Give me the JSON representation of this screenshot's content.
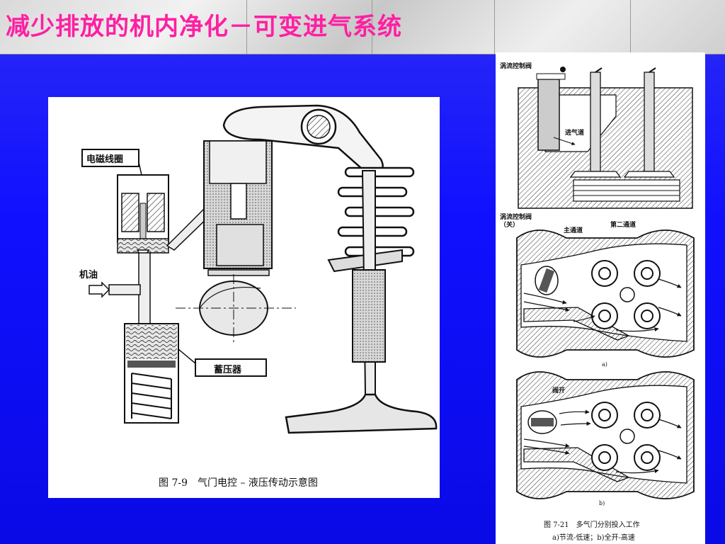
{
  "slide": {
    "title": "减少排放的机内净化－可变进气系统"
  },
  "left_figure": {
    "label_solenoid": "电磁线圈",
    "label_oil": "机油",
    "label_accumulator": "蓄压器",
    "caption": "图 7-9　气门电控 – 液压传动示意图"
  },
  "right_figure": {
    "label_swirl_valve": "涡流控制阀",
    "label_intake_port": "进气道",
    "label_swirl_valve_closed": "涡流控制阀（关）",
    "label_main_port": "主通道",
    "label_second_port": "第二通道",
    "label_a": "a)",
    "label_valve_open": "阀开",
    "label_b": "b)",
    "caption_line1": "图 7-21　多气门分别投入工作",
    "caption_line2": "a)节流-低速；b)全开-高速"
  },
  "colors": {
    "background": "#1010ff",
    "title": "#ff1fa3"
  }
}
